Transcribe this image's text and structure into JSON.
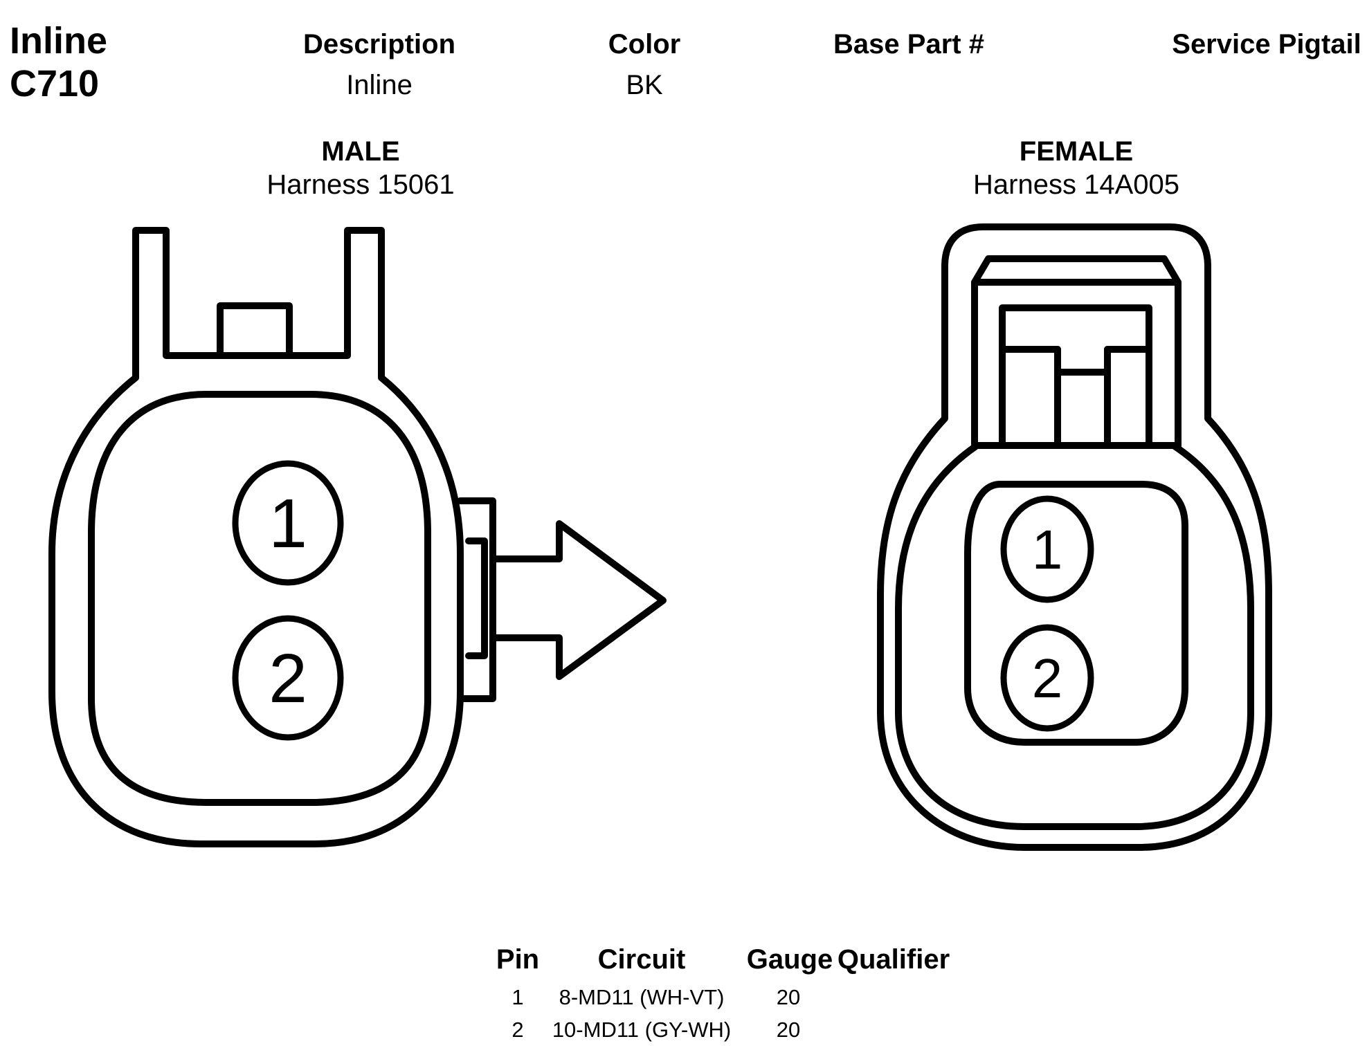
{
  "connector": {
    "title_line1": "Inline",
    "title_line2": "C710"
  },
  "header": {
    "description_label": "Description",
    "description_value": "Inline",
    "color_label": "Color",
    "color_value": "BK",
    "base_part_label": "Base Part #",
    "base_part_value": "",
    "service_pigtail_label": "Service Pigtail",
    "service_pigtail_value": ""
  },
  "male": {
    "label": "MALE",
    "harness": "Harness 15061",
    "pins": [
      "1",
      "2"
    ]
  },
  "female": {
    "label": "FEMALE",
    "harness": "Harness 14A005",
    "pins": [
      "1",
      "2"
    ]
  },
  "pin_table": {
    "headers": {
      "pin": "Pin",
      "circuit": "Circuit",
      "gauge": "Gauge",
      "qualifier": "Qualifier"
    },
    "rows": [
      {
        "pin": "1",
        "circuit": "8-MD11 (WH-VT)",
        "gauge": "20",
        "qualifier": ""
      },
      {
        "pin": "2",
        "circuit": "10-MD11 (GY-WH)",
        "gauge": "20",
        "qualifier": ""
      }
    ]
  }
}
